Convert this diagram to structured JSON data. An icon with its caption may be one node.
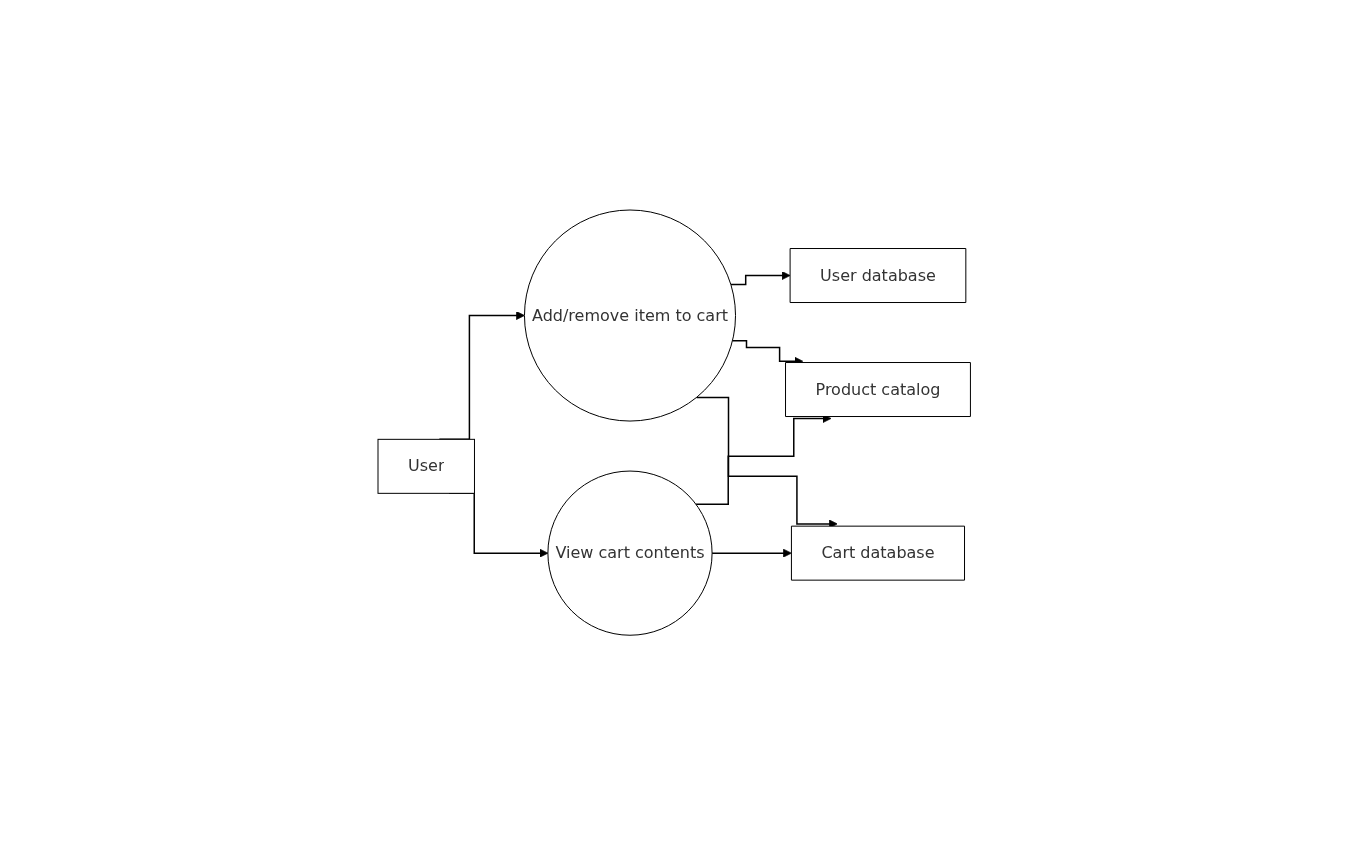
{
  "diagram": {
    "nodes": [
      {
        "text": [
          "User"
        ]
      },
      {
        "text": [
          "Add/remove item to cart"
        ]
      },
      {
        "text": [
          "View cart contents"
        ]
      },
      {
        "text": [
          "User database"
        ]
      },
      {
        "text": [
          "Product catalog"
        ]
      },
      {
        "text": [
          "Cart database"
        ]
      }
    ],
    "edges": [
      {
        "from": 0,
        "to": 1,
        "arrow": "to"
      },
      {
        "from": 0,
        "to": 2,
        "arrow": "to"
      },
      {
        "from": 1,
        "to": 3,
        "arrow": "to"
      },
      {
        "from": 1,
        "to": 4,
        "arrow": "to"
      },
      {
        "from": 1,
        "to": 5,
        "arrow": "to"
      },
      {
        "from": 2,
        "to": 4,
        "arrow": "to"
      },
      {
        "from": 2,
        "to": 5,
        "arrow": "to"
      }
    ]
  }
}
